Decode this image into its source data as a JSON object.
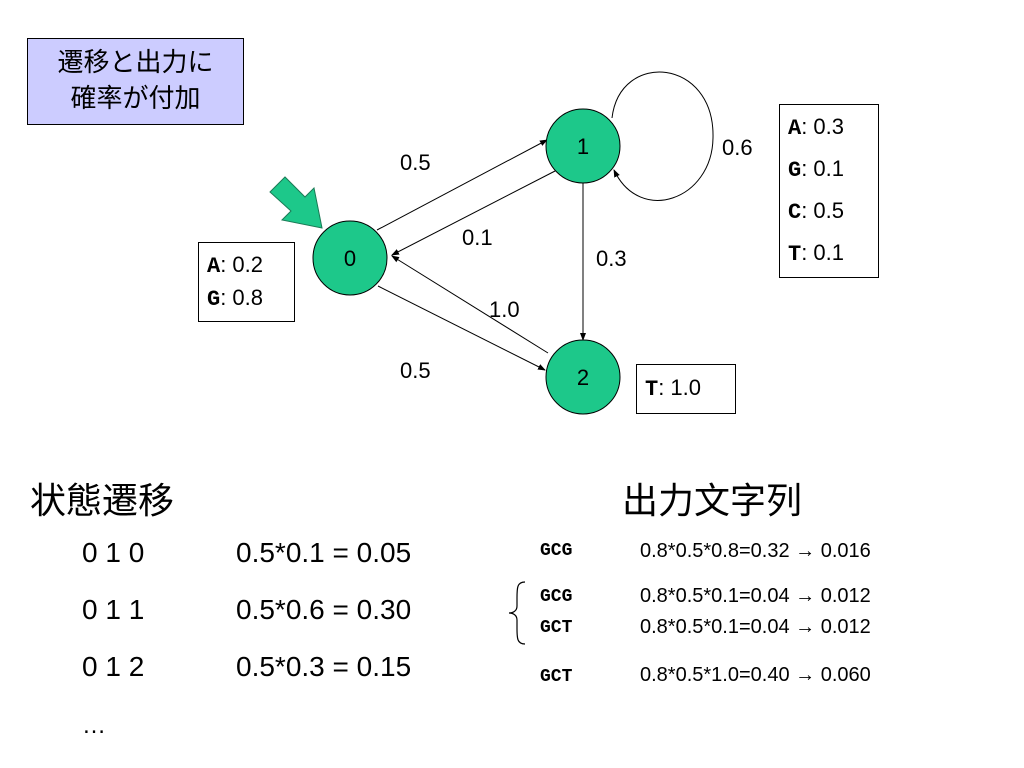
{
  "title_box": {
    "line1": "遷移と出力に",
    "line2": "確率が付加"
  },
  "states": [
    "0",
    "1",
    "2"
  ],
  "transitions": {
    "t01": "0.5",
    "t10": "0.1",
    "t11": "0.6",
    "t12": "0.3",
    "t20": "1.0",
    "t02": "0.5"
  },
  "emissions": {
    "state0": [
      {
        "symbol": "A",
        "prob": ": 0.2"
      },
      {
        "symbol": "G",
        "prob": ": 0.8"
      }
    ],
    "state1": [
      {
        "symbol": "A",
        "prob": ": 0.3"
      },
      {
        "symbol": "G",
        "prob": ": 0.1"
      },
      {
        "symbol": "C",
        "prob": ": 0.5"
      },
      {
        "symbol": "T",
        "prob": ": 0.1"
      }
    ],
    "state2": [
      {
        "symbol": "T",
        "prob": ": 1.0"
      }
    ]
  },
  "left": {
    "heading": "状態遷移",
    "rows": [
      {
        "seq": "0 1 0",
        "calc": "0.5*0.1 = 0.05"
      },
      {
        "seq": "0 1 1",
        "calc": "0.5*0.6 = 0.30"
      },
      {
        "seq": "0 1 2",
        "calc": "0.5*0.3 = 0.15"
      }
    ],
    "ellipsis": "…"
  },
  "right": {
    "heading": "出力文字列",
    "rows": [
      {
        "str": "GCG",
        "calc": "0.8*0.5*0.8=0.32 → 0.016"
      },
      {
        "str": "GCG",
        "calc": "0.8*0.5*0.1=0.04 → 0.012"
      },
      {
        "str": "GCT",
        "calc": "0.8*0.5*0.1=0.04 → 0.012"
      },
      {
        "str": "GCT",
        "calc": "0.8*0.5*1.0=0.40 → 0.060"
      }
    ]
  },
  "colors": {
    "state_fill": "#1dc88a",
    "title_bg": "#ccccff",
    "start_arrow": "#1dc88a"
  }
}
